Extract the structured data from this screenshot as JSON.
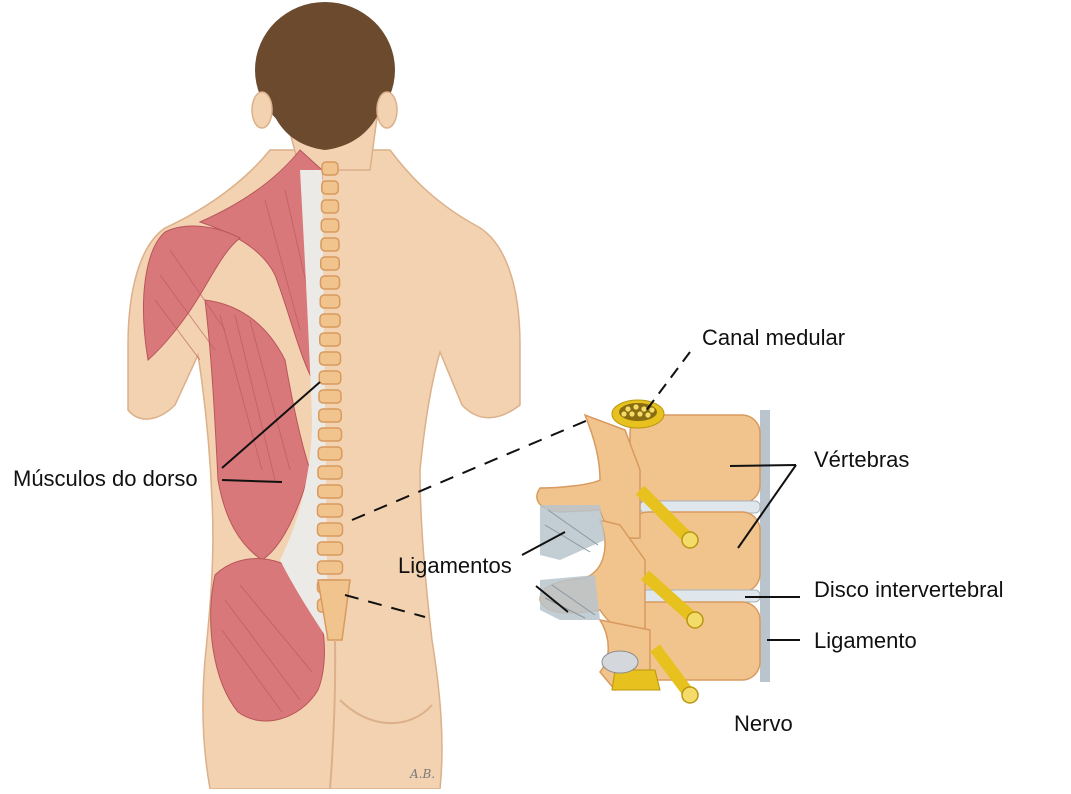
{
  "labels": {
    "canal_medular": "Canal medular",
    "musculos_do_dorso": "Músculos do dorso",
    "vertebras": "Vértebras",
    "ligamentos": "Ligamentos",
    "disco_intervertebral": "Disco intervertebral",
    "ligamento": "Ligamento",
    "nervo": "Nervo"
  },
  "colors": {
    "skin": "#f2d2b0",
    "skin_shadow": "#dcb08a",
    "muscle": "#d9787a",
    "muscle_dark": "#b9555a",
    "hair": "#6b4a2e",
    "fascia": "#eceae6",
    "bone": "#f1c48e",
    "bone_shadow": "#d89a5e",
    "nerve": "#e7c21e",
    "disc": "#dfe6ec",
    "ligament_band": "#b9c4cc",
    "leader_line": "#111111"
  }
}
